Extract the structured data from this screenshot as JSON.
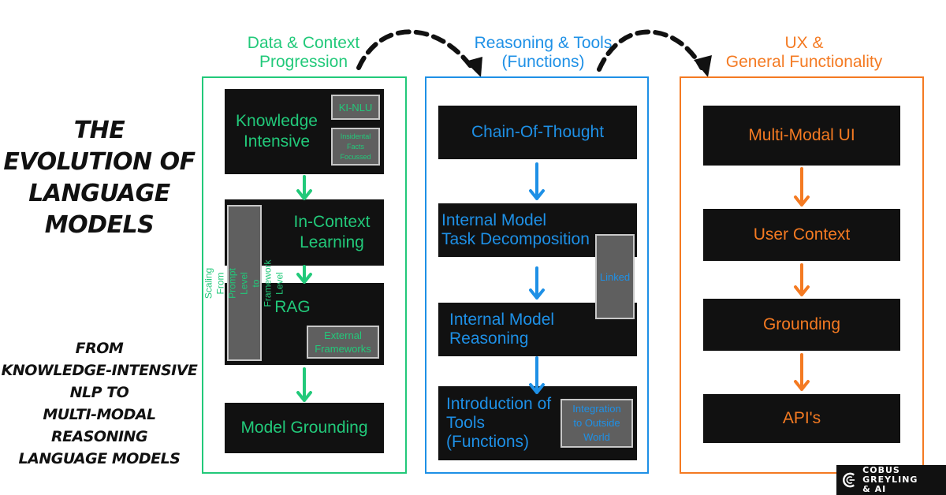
{
  "left": {
    "title": "THE EVOLUTION OF\nLANGUAGE MODELS",
    "subtitle": "FROM\nKNOWLEDGE-INTENSIVE\nNLP TO\nMULTI-MODAL REASONING\nLANGUAGE MODELS"
  },
  "columns": {
    "data": {
      "title": "Data & Context\nProgression",
      "color": "#22c97a",
      "boxes": [
        "Knowledge\nIntensive",
        "In-Context\nLearning",
        "RAG",
        "Model Grounding"
      ],
      "tags": {
        "ki_nlu": "KI-NLU",
        "facts": "Insidental\nFacts\nFocussed",
        "external": "External\nFrameworks",
        "scaling": "Scaling From Prompt Level\nto Framework Level"
      }
    },
    "reasoning": {
      "title": "Reasoning & Tools\n(Functions)",
      "color": "#1e90e6",
      "boxes": [
        "Chain-Of-Thought",
        "Internal Model\nTask Decomposition",
        "Internal Model\nReasoning",
        "Introduction of\nTools\n(Functions)"
      ],
      "tags": {
        "linked": "Linked",
        "integration": "Integration\nto Outside\nWorld"
      }
    },
    "ux": {
      "title": "UX &\nGeneral Functionality",
      "color": "#f47a22",
      "boxes": [
        "Multi-Modal UI",
        "User Context",
        "Grounding",
        "API's"
      ]
    }
  },
  "logo": {
    "text": "COBUS GREYLING\n& AI",
    "icon": "c-logo-icon"
  }
}
